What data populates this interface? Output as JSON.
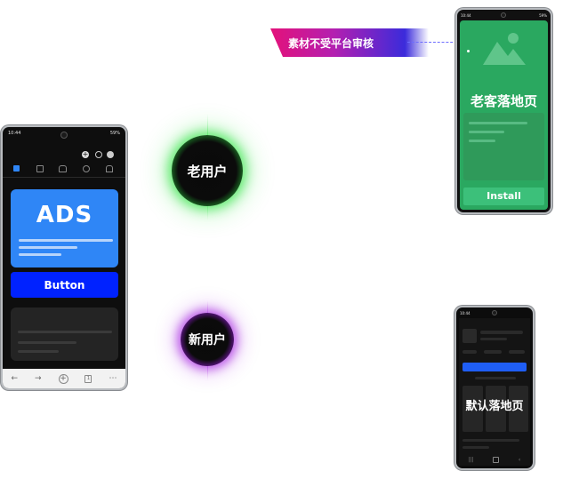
{
  "tag": {
    "label": "素材不受平台审核"
  },
  "old_user": {
    "label": "老用户",
    "glow": "#27e23a"
  },
  "new_user": {
    "label": "新用户",
    "glow": "#a21ae0"
  },
  "left_phone": {
    "time": "10:44",
    "battery": "59%",
    "ads_label": "ADS",
    "button_label": "Button",
    "ads_color": "#2f86f6",
    "button_color": "#0022ff"
  },
  "green_phone": {
    "time": "10:44",
    "battery": "59%",
    "title": "老客落地页",
    "install_label": "Install",
    "color": "#2aa860"
  },
  "dark_phone": {
    "time": "10:44",
    "title": "默认落地页",
    "accent": "#1f5ef5"
  }
}
